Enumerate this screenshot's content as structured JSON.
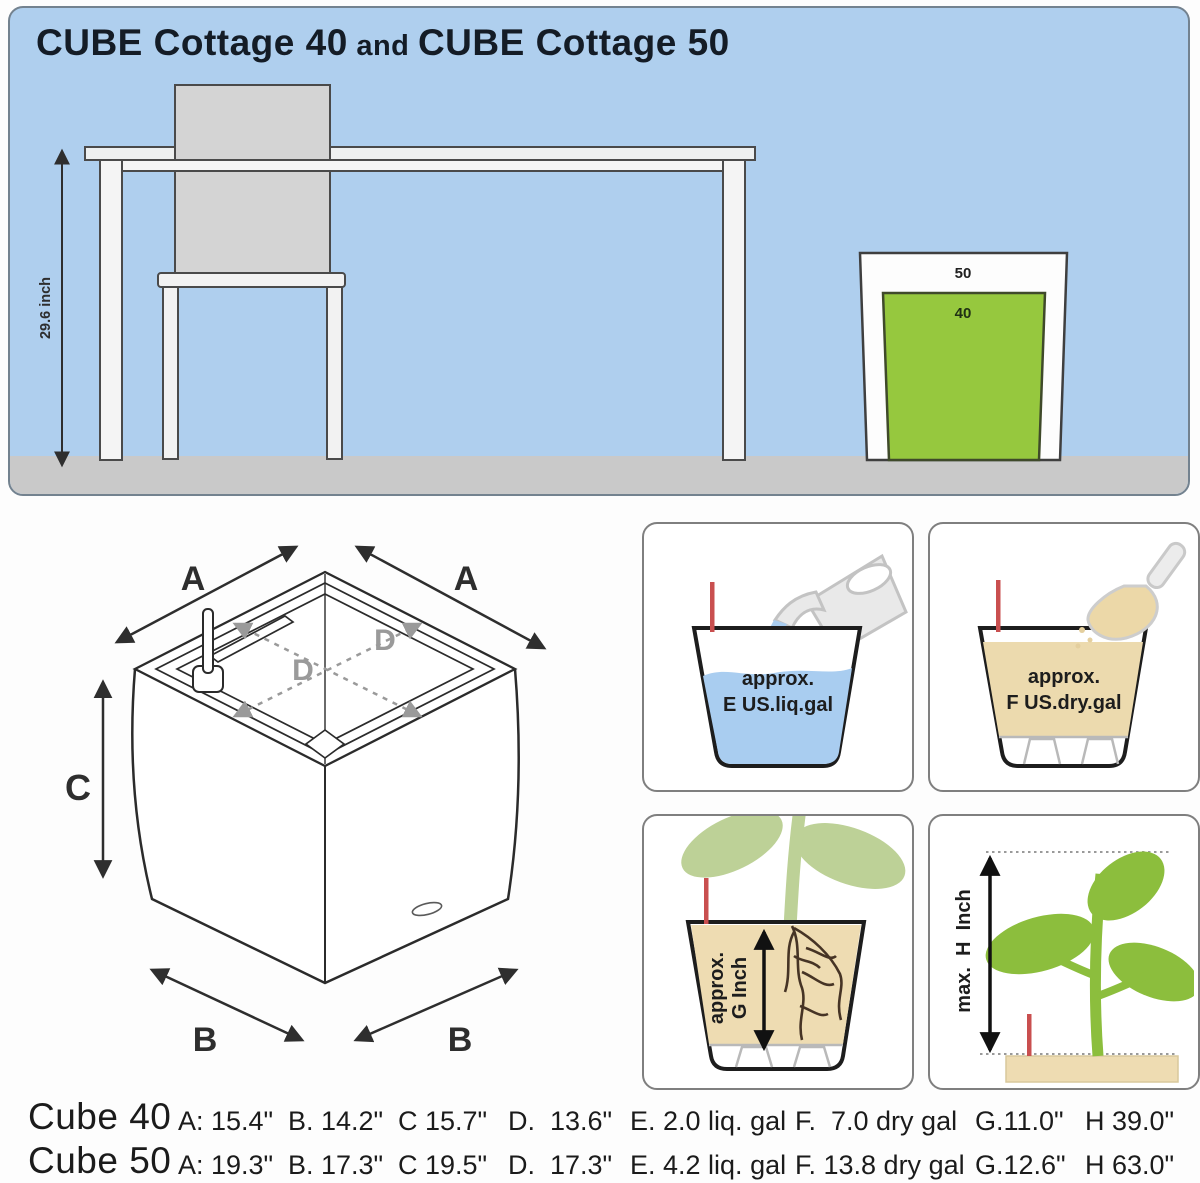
{
  "title": {
    "brand1": "CUBE Cottage 40",
    "conjunction": " and ",
    "brand2": "CUBE Cottage 50"
  },
  "scene": {
    "height_dimension": "29.6 inch",
    "outer_pot_size": "50",
    "inner_pot_size": "40"
  },
  "cube_diagram": {
    "width_label": "A",
    "depth_label": "B",
    "height_label": "C",
    "inner_label": "D"
  },
  "care_panels": {
    "liquid_volume": {
      "line1": "approx.",
      "line2": "E US.liq.gal"
    },
    "dry_volume": {
      "line1": "approx.",
      "line2": "F US.dry.gal"
    },
    "planting_depth": {
      "line1": "approx.",
      "line2": "G Inch"
    },
    "plant_height": {
      "label": "max.  H  Inch"
    }
  },
  "spec_table": {
    "rows": [
      {
        "model": "Cube 40",
        "a": "A: 15.4\"",
        "b": "B. 14.2\"",
        "c": "C 15.7\"",
        "d": "D.  13.6\"",
        "e": "E. 2.0 liq. gal",
        "f": "F.  7.0 dry gal",
        "g": "G.11.0\"",
        "h": "H 39.0\""
      },
      {
        "model": "Cube 50",
        "a": "A: 19.3\"",
        "b": "B. 17.3\"",
        "c": "C 19.5\"",
        "d": "D.  17.3\"",
        "e": "E. 4.2 liq. gal",
        "f": "F. 13.8 dry gal",
        "g": "G.12.6\"",
        "h": "H 63.0\""
      }
    ]
  },
  "colors": {
    "scene_background": "#afcfee",
    "floor_gray": "#c9c9c9",
    "pot_green": "#96c83e",
    "substrate_tan": "#ecdaae",
    "water_blue": "#a9cdf0",
    "leaf_green": "#8cbe3d",
    "leaf_light_green": "#bdd197",
    "indicator_red": "#c94f4f"
  }
}
